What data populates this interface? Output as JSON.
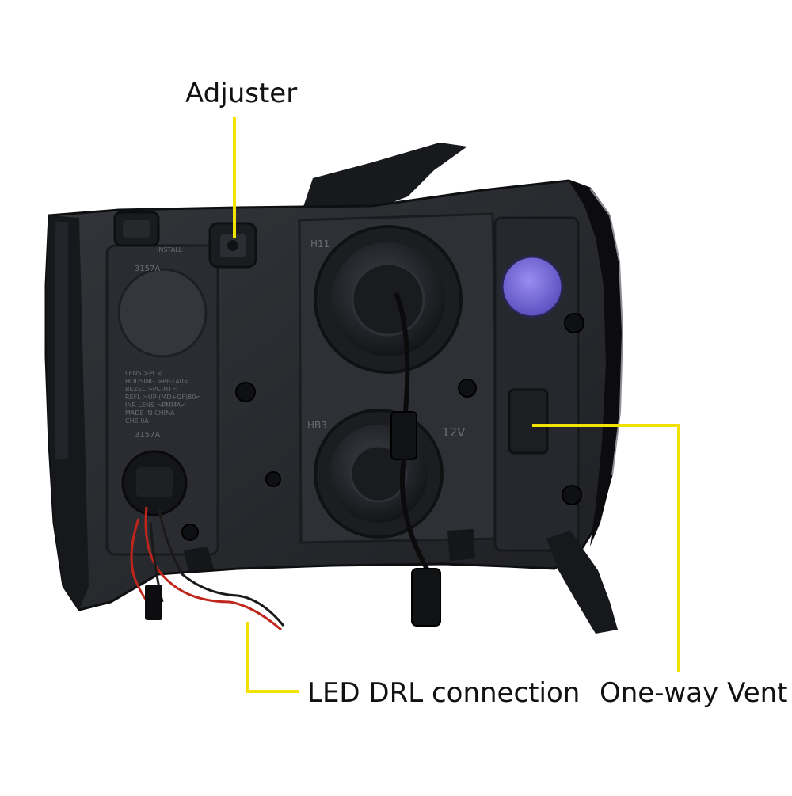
{
  "callouts": {
    "adjuster": "Adjuster",
    "drl": "LED DRL connection",
    "vent": "One-way Vent"
  },
  "housing_marks": {
    "h11": "H11",
    "hb3": "HB3",
    "voltage": "12V",
    "bulb_top": "3157A",
    "bulb_bottom": "3157A",
    "install": "INSTALL",
    "material_lines": [
      "LENS >PC<",
      "HOUSING >PP-T40<",
      "BEZEL >PC-HT<",
      "REFL >UP-(MD+GF)80<",
      "INR LENS >PMMA<",
      "MADE IN CHINA",
      "CHE 0A"
    ]
  },
  "colors": {
    "callout_line": "#f2e200",
    "housing_dark": "#1c1d20",
    "housing_mid": "#2c2e33",
    "vent_purple": "#7d6fe0",
    "wire_red": "#c0261c"
  }
}
